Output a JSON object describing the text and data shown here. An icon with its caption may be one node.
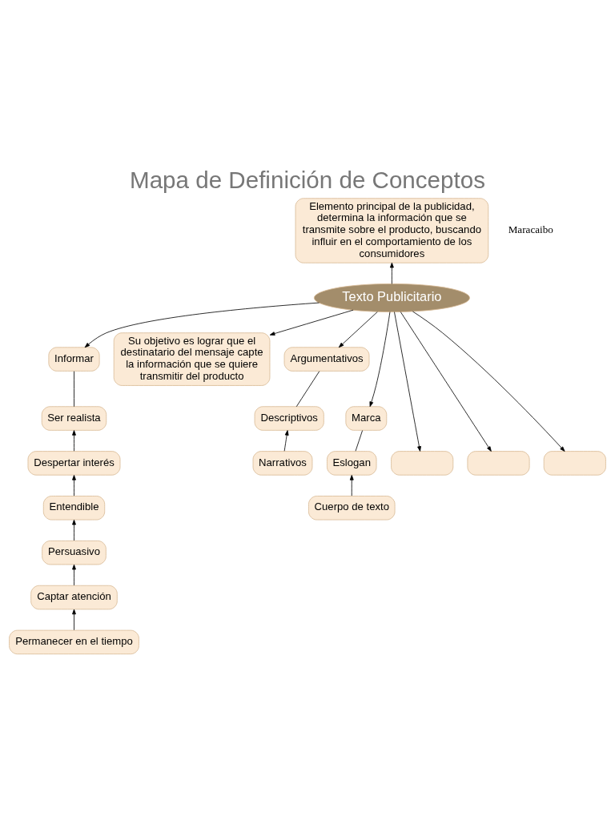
{
  "diagram": {
    "title": "Mapa de Definición de Conceptos",
    "nodes": [
      {
        "text": [
          "Texto Publicitario"
        ]
      },
      {
        "text": [
          "Elemento principal de la publicidad, determina la información que se transmite sobre el producto, buscando influir en el comportamiento de los consumidores"
        ]
      },
      {
        "text": [
          "Informar"
        ]
      },
      {
        "text": [
          "Ser realista"
        ]
      },
      {
        "text": [
          "Despertar interés"
        ]
      },
      {
        "text": [
          "Entendible"
        ]
      },
      {
        "text": [
          "Persuasivo"
        ]
      },
      {
        "text": [
          "Captar atención"
        ]
      },
      {
        "text": [
          "Permanecer en el tiempo"
        ]
      },
      {
        "text": [
          "Su objetivo es lograr que el destinatario del mensaje capte la información que se quiere transmitir del producto"
        ]
      },
      {
        "text": [
          "Argumentativos"
        ]
      },
      {
        "text": [
          "Descriptivos"
        ]
      },
      {
        "text": [
          "Narrativos"
        ]
      },
      {
        "text": [
          "Marca"
        ]
      },
      {
        "text": [
          "Eslogan"
        ]
      },
      {
        "text": [
          "Cuerpo de texto"
        ]
      },
      {
        "text": [],
        "shape": "box"
      },
      {
        "text": [],
        "shape": "box"
      },
      {
        "text": [],
        "shape": "box"
      }
    ],
    "edges": [
      {
        "from": 0,
        "to": 1,
        "arrow": "to"
      },
      {
        "from": 0,
        "to": 2,
        "arrow": "to"
      },
      {
        "from": 2,
        "to": 3,
        "arrow": "none"
      },
      {
        "from": 4,
        "to": 3,
        "arrow": "to"
      },
      {
        "from": 5,
        "to": 4,
        "arrow": "to"
      },
      {
        "from": 6,
        "to": 5,
        "arrow": "to"
      },
      {
        "from": 7,
        "to": 6,
        "arrow": "to"
      },
      {
        "from": 8,
        "to": 7,
        "arrow": "to"
      },
      {
        "from": 0,
        "to": 9,
        "arrow": "to"
      },
      {
        "from": 0,
        "to": 10,
        "arrow": "to"
      },
      {
        "from": 10,
        "to": 11,
        "arrow": "none"
      },
      {
        "from": 12,
        "to": 11,
        "arrow": "to"
      },
      {
        "from": 0,
        "to": 13,
        "arrow": "to"
      },
      {
        "from": 13,
        "to": 14,
        "arrow": "none"
      },
      {
        "from": 15,
        "to": 14,
        "arrow": "to"
      },
      {
        "from": 0,
        "to": 16,
        "arrow": "to"
      },
      {
        "from": 0,
        "to": 17,
        "arrow": "to"
      },
      {
        "from": 0,
        "to": 18,
        "arrow": "to"
      }
    ],
    "labels": [
      "Maracaibo"
    ]
  }
}
